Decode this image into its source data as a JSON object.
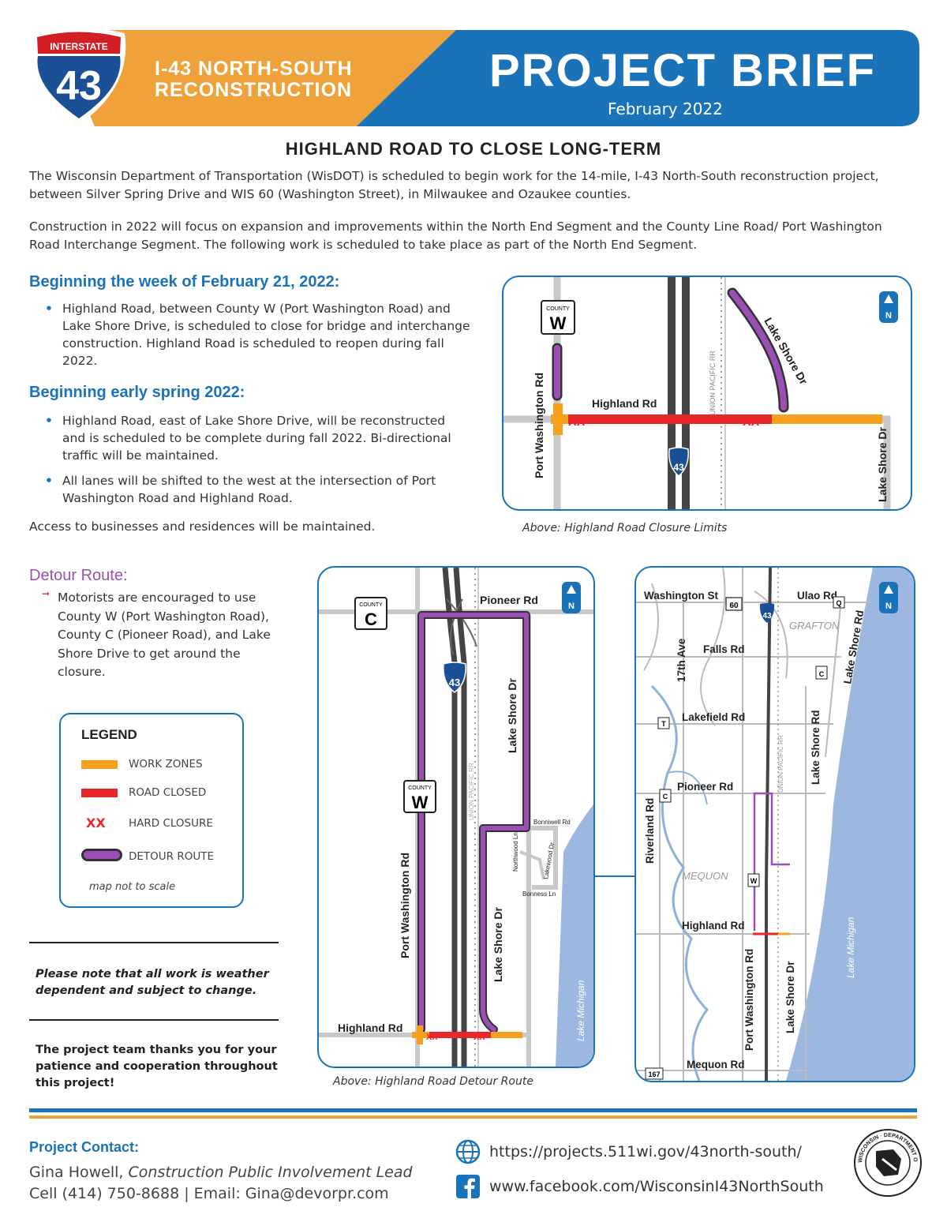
{
  "header": {
    "shield_top": "INTERSTATE",
    "shield_number": "43",
    "project_name_line1": "I-43 NORTH-SOUTH",
    "project_name_line2": "RECONSTRUCTION",
    "doc_type": "PROJECT BRIEF",
    "date": "February 2022"
  },
  "title": "HIGHLAND ROAD TO CLOSE LONG-TERM",
  "intro": [
    "The Wisconsin Department of Transportation (WisDOT) is scheduled to begin work for the 14-mile, I-43 North-South reconstruction project, between Silver Spring Drive and WIS 60 (Washington Street), in Milwaukee and Ozaukee counties.",
    "Construction in 2022 will focus on expansion and improvements within the North End Segment and the County Line Road/ Port Washington Road Interchange Segment. The following work is scheduled to take place as part of the North End Segment."
  ],
  "section1": {
    "heading": "Beginning the week of February 21, 2022:",
    "bullets": [
      "Highland Road, between County W (Port Washington Road) and Lake Shore Drive, is scheduled to close for bridge and interchange construction. Highland Road is scheduled to reopen during fall 2022."
    ]
  },
  "section2": {
    "heading": "Beginning early spring 2022:",
    "bullets": [
      "Highland Road, east of Lake Shore Drive, will be reconstructed and is scheduled to be complete during fall 2022. Bi-directional traffic will be maintained.",
      "All lanes will be shifted to the west at the intersection of Port Washington Road and Highland Road."
    ]
  },
  "access_note": "Access to businesses and residences will be maintained.",
  "map1": {
    "caption": "Above: Highland Road Closure Limits",
    "labels": {
      "county_small": "COUNTY",
      "county_letter": "W",
      "port_washington": "Port Washington Rd",
      "highland": "Highland Rd",
      "union_pacific": "UNION PACIFIC RR",
      "lake_shore_top": "Lake Shore Dr",
      "lake_shore_right": "Lake Shore Dr",
      "closure_mark": "XX",
      "shield": "43",
      "north": "N"
    }
  },
  "detour": {
    "heading": "Detour Route:",
    "text": "Motorists are encouraged to use County W (Port Washington Road), County C (Pioneer Road), and Lake Shore Drive to get around the closure."
  },
  "legend": {
    "title": "LEGEND",
    "items": [
      "WORK ZONES",
      "ROAD CLOSED",
      "HARD CLOSURE",
      "DETOUR ROUTE"
    ],
    "closure_symbol": "XX",
    "footnote": "map not to scale",
    "colors": {
      "work_zone": "#f5a11d",
      "closed": "#e8262b",
      "detour": "#9b4fb5"
    }
  },
  "note": "Please note that all work is weather dependent and subject to change.",
  "thanks": "The project team thanks you for your patience and cooperation throughout this project!",
  "map2": {
    "caption": "Above: Highland Road Detour Route",
    "labels": {
      "pioneer": "Pioneer Rd",
      "county_c_small": "COUNTY",
      "county_c": "C",
      "county_w_small": "COUNTY",
      "county_w": "W",
      "shield": "43",
      "union_pacific": "UNION PACIFIC RR",
      "lake_shore_upper": "Lake Shore Dr",
      "lake_shore_lower": "Lake Shore Dr",
      "port_washington": "Port Washington Rd",
      "bonniwell": "Bonniwell Rd",
      "northwood": "Northwood Ln",
      "lakewood": "Lakewood Dr",
      "bonness": "Bonness Ln",
      "highland": "Highland Rd",
      "lake_michigan": "Lake Michigan",
      "closure_mark": "XX",
      "north": "N"
    }
  },
  "map3": {
    "labels": {
      "washington": "Washington St",
      "wis60": "60",
      "ulao": "Ulao Rd",
      "q": "Q",
      "grafton": "GRAFTON",
      "falls": "Falls Rd",
      "ave17": "17th Ave",
      "lake_shore_top": "Lake Shore Rd",
      "c1": "C",
      "lakefield": "Lakefield Rd",
      "t": "T",
      "lake_shore_mid": "Lake Shore Rd",
      "union_pacific": "UNION PACIFIC RR",
      "pioneer": "Pioneer Rd",
      "c2": "C",
      "riverland": "Riverland Rd",
      "mequon": "MEQUON",
      "w": "W",
      "highland": "Highland Rd",
      "port_washington": "Port Washington Rd",
      "lake_shore_dr": "Lake Shore Dr",
      "lake_michigan": "Lake Michigan",
      "mequon_rd": "Mequon Rd",
      "wis167": "167",
      "shield": "43",
      "north": "N"
    }
  },
  "contact": {
    "heading": "Project Contact:",
    "name": "Gina Howell,",
    "role": "Construction Public Involvement Lead",
    "phone_email": "Cell (414) 750-8688 | Email: Gina@devorpr.com",
    "website": "https://projects.511wi.gov/43north-south/",
    "facebook": "www.facebook.com/WisconsinI43NorthSouth",
    "seal_text": "WISCONSIN · DEPARTMENT OF TRANSPORTATION"
  }
}
